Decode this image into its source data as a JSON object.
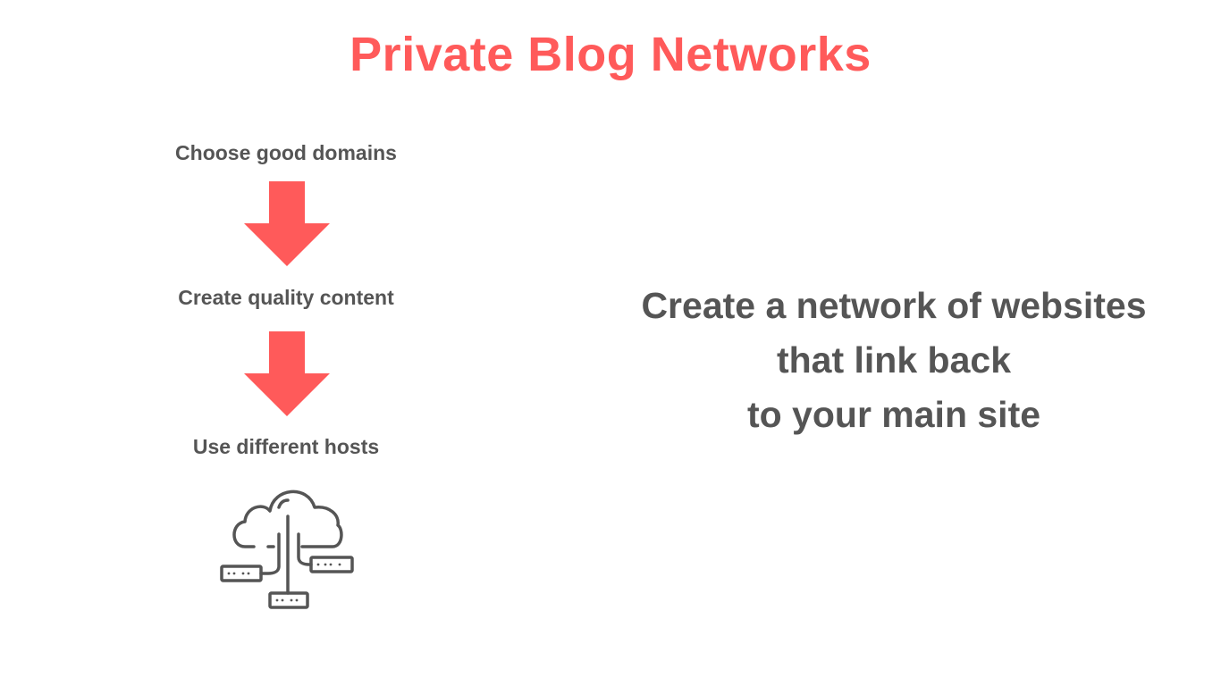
{
  "title": "Private Blog Networks",
  "steps": [
    {
      "label": "Choose good domains"
    },
    {
      "label": "Create quality content"
    },
    {
      "label": "Use different hosts"
    }
  ],
  "description": {
    "lines": [
      "Create a network of websites",
      "that link back",
      "to your main site"
    ]
  },
  "icons": {
    "arrow": "arrow-down-icon",
    "hosts": "cloud-network-icon"
  },
  "colors": {
    "accent": "#ff5a5a",
    "text": "#555555"
  }
}
